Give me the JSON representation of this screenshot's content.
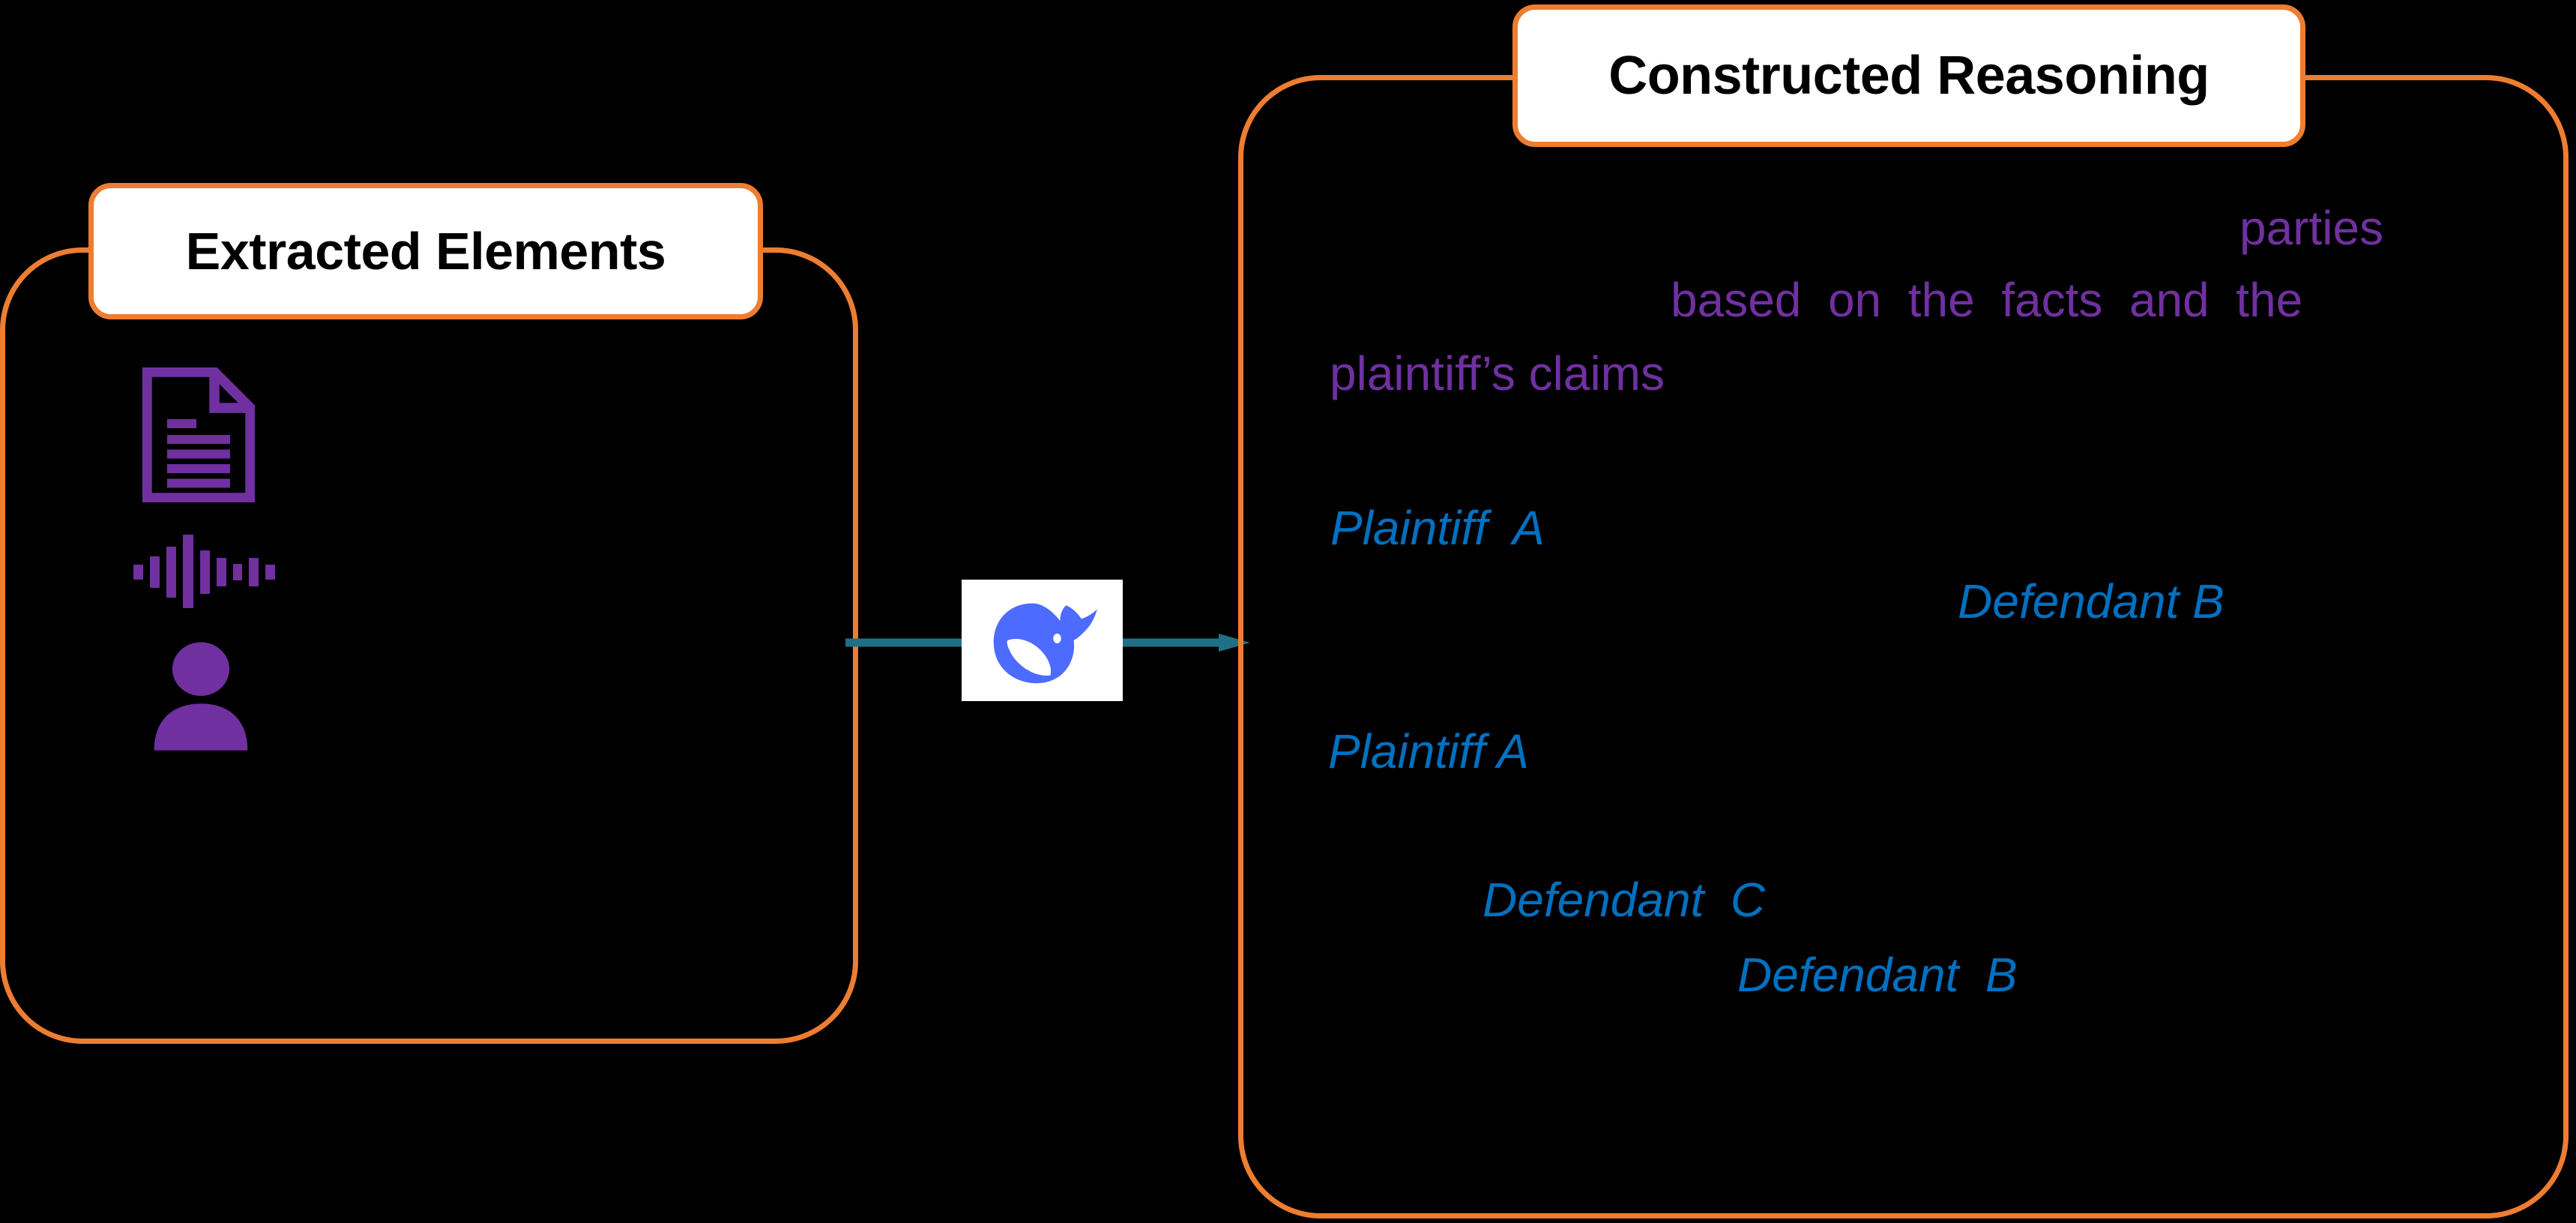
{
  "theme": {
    "background": "#000000",
    "panel_border": "#ED7D31",
    "chip_background": "#FFFFFF",
    "chip_text": "#000000",
    "purple_text": "#7030A0",
    "blue_text": "#0070C0",
    "arrow": "#1F6F86",
    "icon_purple": "#7030A0",
    "logo_blue": "#4D6BFE"
  },
  "left_panel": {
    "title": "Extracted Elements",
    "icons": [
      {
        "name": "document-icon",
        "label": "document"
      },
      {
        "name": "audio-waveform-icon",
        "label": "audio waveform"
      },
      {
        "name": "person-icon",
        "label": "person"
      }
    ]
  },
  "connector": {
    "arrow_direction": "right",
    "logo_name": "deepseek-whale-logo"
  },
  "right_panel": {
    "title": "Constructed Reasoning",
    "lines": [
      {
        "text": "parties",
        "style": "purple"
      },
      {
        "text": "based  on  the  facts  and  the",
        "style": "purple"
      },
      {
        "text": "plaintiff’s claims",
        "style": "purple"
      },
      {
        "text": "Plaintiff  A",
        "style": "blue"
      },
      {
        "text": "Defendant B",
        "style": "blue"
      },
      {
        "text": "Plaintiff A",
        "style": "blue"
      },
      {
        "text": "Defendant  C",
        "style": "blue"
      },
      {
        "text": "Defendant  B",
        "style": "blue"
      }
    ]
  }
}
